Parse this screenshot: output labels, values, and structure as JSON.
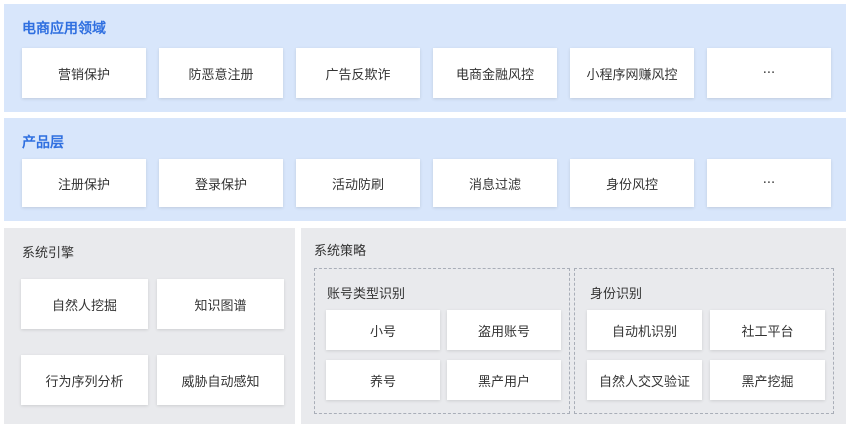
{
  "ecommerce": {
    "title": "电商应用领域",
    "items": [
      "营销保护",
      "防恶意注册",
      "广告反欺诈",
      "电商金融风控",
      "小程序网赚风控",
      "···"
    ]
  },
  "product": {
    "title": "产品层",
    "items": [
      "注册保护",
      "登录保护",
      "活动防刷",
      "消息过滤",
      "身份风控",
      "···"
    ]
  },
  "engine": {
    "title": "系统引擎",
    "items": [
      "自然人挖掘",
      "知识图谱",
      "行为序列分析",
      "威胁自动感知"
    ]
  },
  "strategy": {
    "title": "系统策略",
    "account": {
      "title": "账号类型识别",
      "items": [
        "小号",
        "盗用账号",
        "养号",
        "黑产用户"
      ]
    },
    "identity": {
      "title": "身份识别",
      "items": [
        "自动机识别",
        "社工平台",
        "自然人交叉验证",
        "黑产挖掘"
      ]
    }
  },
  "colors": {
    "band": "#d8e6fb",
    "title_blue": "#2f6fe0",
    "gray_panel": "#e9eaed"
  }
}
